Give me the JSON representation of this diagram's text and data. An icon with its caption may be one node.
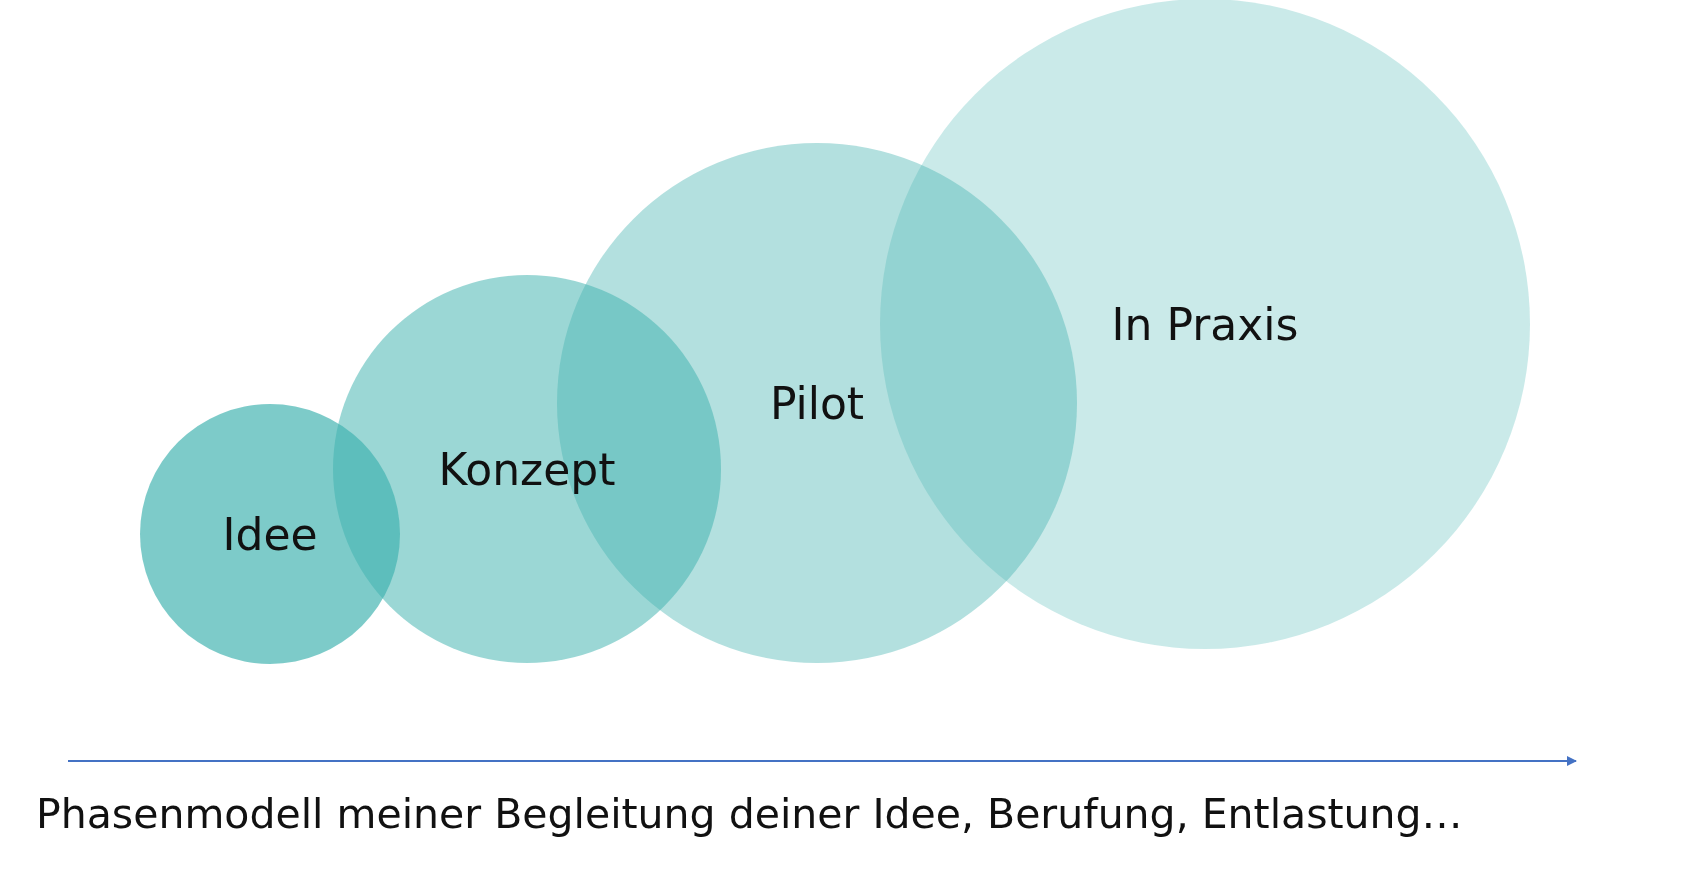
{
  "diagram": {
    "caption": "Phasenmodell meiner Begleitung deiner Idee, Berufung, Entlastung…",
    "nodes": [
      {
        "text": [
          "Idee"
        ]
      },
      {
        "text": [
          "Konzept"
        ]
      },
      {
        "text": [
          "Pilot"
        ]
      },
      {
        "text": [
          "In Praxis"
        ]
      }
    ]
  }
}
